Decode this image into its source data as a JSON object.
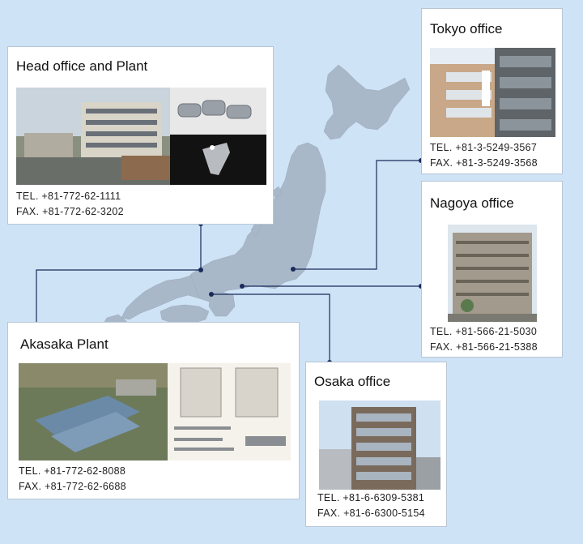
{
  "offices": {
    "head": {
      "title": "Head office and Plant",
      "tel": "TEL. +81-772-62-1111",
      "fax": "FAX. +81-772-62-3202"
    },
    "tokyo": {
      "title": "Tokyo office",
      "tel": "TEL. +81-3-5249-3567",
      "fax": "FAX. +81-3-5249-3568"
    },
    "nagoya": {
      "title": "Nagoya office",
      "tel": "TEL. +81-566-21-5030",
      "fax": "FAX. +81-566-21-5388"
    },
    "akasaka": {
      "title": "Akasaka Plant",
      "tel": "TEL. +81-772-62-8088",
      "fax": "FAX. +81-772-62-6688"
    },
    "osaka": {
      "title": "Osaka office",
      "tel": "TEL. +81-6-6309-5381",
      "fax": "FAX. +81-6-6300-5154"
    }
  },
  "colors": {
    "sea": "#cfe3f7",
    "land": "#a9b8c8",
    "connector": "#1a2a5a",
    "card_border": "#b8c6d4"
  }
}
